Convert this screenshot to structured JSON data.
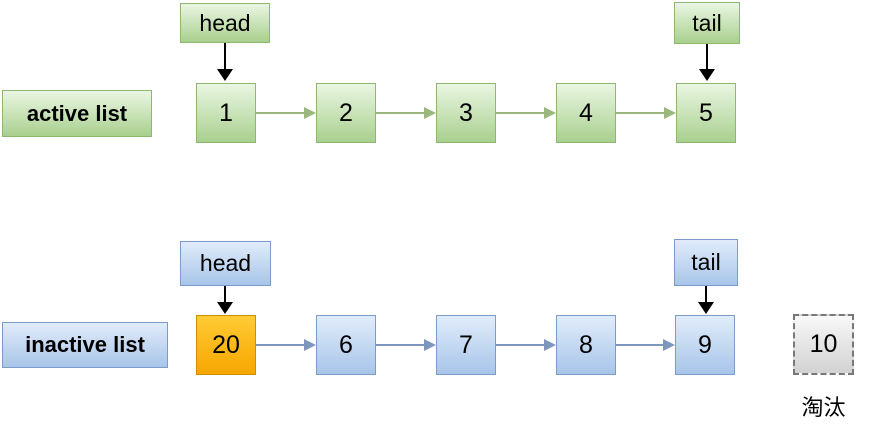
{
  "diagram": {
    "title_semantic": "LRU linked lists diagram",
    "active_list": {
      "label": "active list",
      "head_label": "head",
      "tail_label": "tail",
      "nodes": [
        "1",
        "2",
        "3",
        "4",
        "5"
      ],
      "node_fill": "#a9d08e",
      "border_color": "#8cb870",
      "arrow_color": "#9ab87d"
    },
    "inactive_list": {
      "label": "inactive list",
      "head_label": "head",
      "tail_label": "tail",
      "nodes": [
        "20",
        "6",
        "7",
        "8",
        "9"
      ],
      "highlighted_node": "20",
      "highlight_fill": "#f6a700",
      "node_fill": "#a8c5e9",
      "border_color": "#7b9cc9",
      "arrow_color": "#7d96bd"
    },
    "evicted": {
      "value": "10",
      "caption": "淘汰",
      "fill": "#d2d2d2",
      "border_color": "#787878"
    },
    "pointer_arrow_color": "#000000"
  }
}
